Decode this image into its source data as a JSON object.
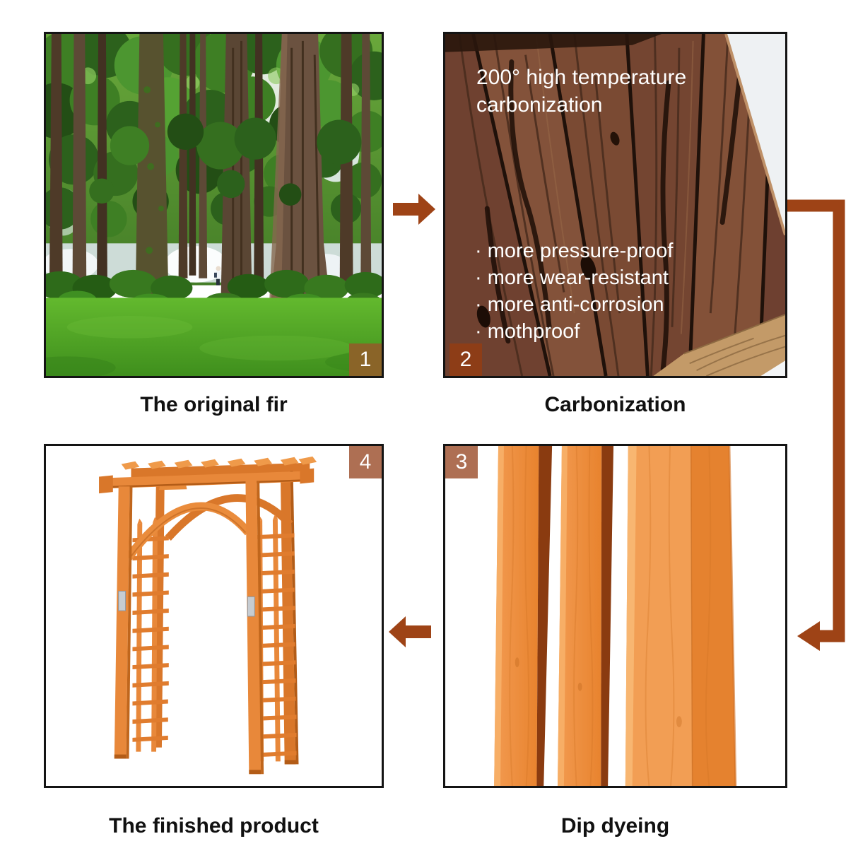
{
  "steps": {
    "step1": {
      "number": "1",
      "caption": "The original fir",
      "photo": "fir-forest"
    },
    "step2": {
      "number": "2",
      "caption": "Carbonization",
      "photo": "carbonized-wood-planks",
      "overlay_title": "200° high temperature carbonization",
      "bullets": [
        "· more pressure-proof",
        "· more wear-resistant",
        "· more anti-corrosion",
        "· mothproof"
      ]
    },
    "step3": {
      "number": "3",
      "caption": "Dip dyeing",
      "photo": "dip-dyed-wood-posts"
    },
    "step4": {
      "number": "4",
      "caption": "The finished product",
      "photo": "wooden-garden-arbor"
    }
  },
  "flow": {
    "arrow_1_to_2": "right",
    "arrow_2_to_3": "elbow-down-left",
    "arrow_3_to_4": "left"
  },
  "palette": {
    "arrow": "#9e4316",
    "panel_border": "#141414",
    "badge_step1": "#8a6428",
    "badge_step2": "#8d3d17",
    "badge_step3_4": "#ae6f53",
    "wood_orange": "#e8883a",
    "carbonized_wood": "#7c4b33",
    "caption_text": "#111111",
    "text_on_photo": "#ffffff"
  }
}
